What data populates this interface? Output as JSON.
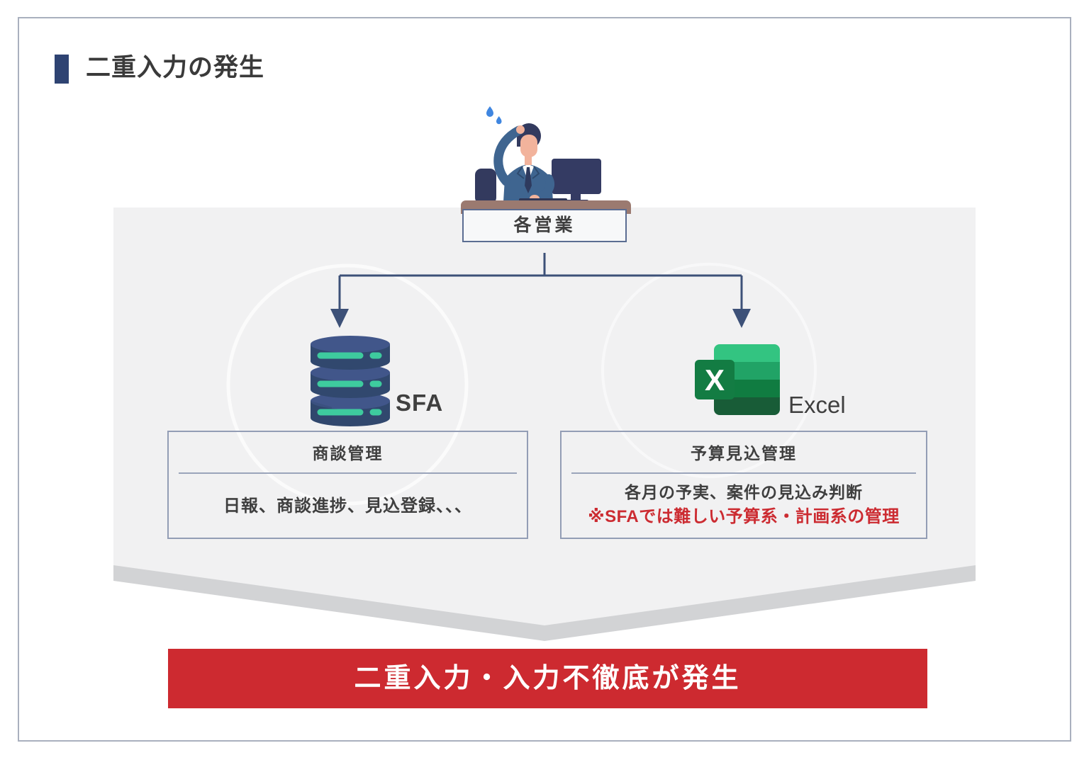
{
  "slide": {
    "title": "二重入力の発生"
  },
  "actor": {
    "label": "各営業",
    "illustration": "person-at-desk-scratching-head"
  },
  "systems": [
    {
      "name": "SFA",
      "icon": "database-icon",
      "box": {
        "header": "商談管理",
        "body": "日報、商談進捗、見込登録、、、"
      }
    },
    {
      "name": "Excel",
      "icon": "excel-spreadsheet-icon",
      "icon_letter": "X",
      "box": {
        "header": "予算見込管理",
        "body": "各月の予実、案件の見込み判断",
        "note": "※SFAでは難しい予算系・計画系の管理"
      }
    }
  ],
  "result_banner": {
    "label": "二重入力・入力不徹底が発生"
  },
  "colors": {
    "title_accent": "#2e4372",
    "arrow": "#3d5178",
    "panel_gray": "#f1f1f2",
    "panel_shadow": "#d2d3d5",
    "box_border": "#939db5",
    "actor_box_border": "#5b6d92",
    "banner_red": "#cd2a30",
    "note_red": "#cc2b31",
    "text_dark": "#3f3f3f",
    "db_blue": "#31486e",
    "db_blue_light": "#41568a",
    "db_teal": "#3ecb9e",
    "excel_green_1": "#33c481",
    "excel_green_2": "#21a366",
    "excel_green_3": "#107c41",
    "excel_green_4": "#185c37",
    "desk_brown": "#9b7a70",
    "suit_blue": "#3f6590",
    "navy_dark": "#333a5e",
    "sweat_blue": "#3f86e0"
  }
}
